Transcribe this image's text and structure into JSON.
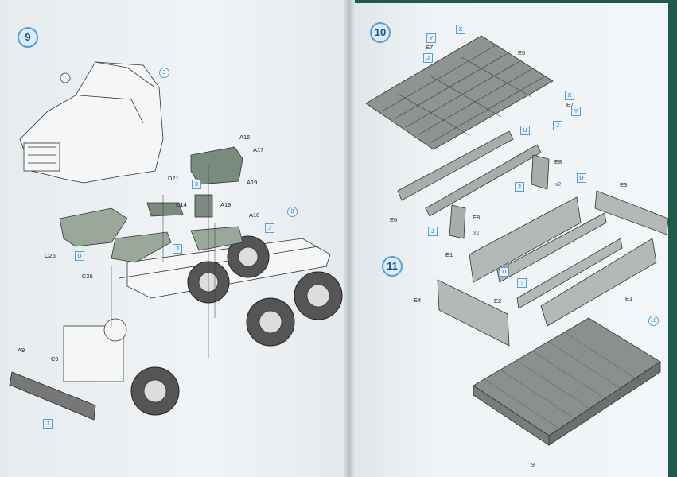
{
  "steps": {
    "s9": "9",
    "s10": "10",
    "s11": "11"
  },
  "part_refs": {
    "cab": "3",
    "frame": "8",
    "bed": "10"
  },
  "labels": {
    "A16": "A16",
    "A17": "A17",
    "D21": "D21",
    "A19a": "A19",
    "A19b": "A19",
    "C14": "C14",
    "A18": "A18",
    "C25": "C25",
    "C26": "C26",
    "A9": "A9",
    "C9": "C9",
    "E5": "E5",
    "E7a": "E7",
    "E7b": "E7",
    "E8a": "E8",
    "E8b": "E8",
    "E6": "E6",
    "E3": "E3",
    "E1a": "E1",
    "E1b": "E1",
    "E2": "E2",
    "E4": "E4"
  },
  "callouts": {
    "J": "J",
    "U": "U",
    "Y": "Y",
    "X": "X",
    "Q": "?",
    "x2": "x2"
  },
  "page_number": "9"
}
